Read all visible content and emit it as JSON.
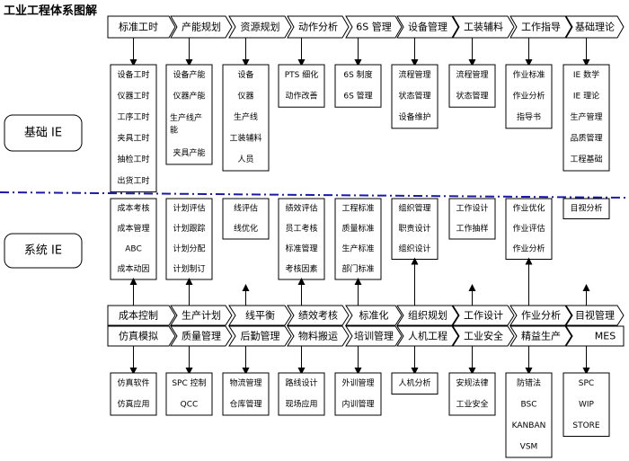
{
  "title": "工业工程体系图解",
  "basic_label": "基础 IE",
  "system_label": "系统 IE",
  "row1": [
    {
      "label": "标准工时",
      "items": [
        "设备工时",
        "仪器工时",
        "工序工时",
        "夹具工时",
        "抽检工时",
        "出货工时"
      ]
    },
    {
      "label": "产能规划",
      "items": [
        "设备产能",
        "仪器产能",
        "生产线产能",
        "夹具产能"
      ]
    },
    {
      "label": "资源规划",
      "items": [
        "设备",
        "仪器",
        "生产线",
        "工装辅料",
        "人员"
      ]
    },
    {
      "label": "动作分析",
      "items": [
        "PTS 细化",
        "动作改善"
      ]
    },
    {
      "label": "6S 管理",
      "items": [
        "6S 制度",
        "6S 管理"
      ]
    },
    {
      "label": "设备管理",
      "items": [
        "流程管理",
        "状态管理",
        "设备维护"
      ]
    },
    {
      "label": "工装辅料",
      "items": [
        "流程管理",
        "状态管理"
      ]
    },
    {
      "label": "工作指导",
      "items": [
        "作业标准",
        "作业分析",
        "指导书"
      ]
    },
    {
      "label": "基础理论",
      "items": [
        "IE 数学",
        "IE 理论",
        "生产管理",
        "品质管理",
        "工程基础"
      ]
    }
  ],
  "row2": [
    {
      "label": "成本控制",
      "items": [
        "成本考核",
        "成本管理",
        "ABC",
        "成本动因"
      ]
    },
    {
      "label": "生产计划",
      "items": [
        "计划评估",
        "计划跟踪",
        "计划分配",
        "计划制订"
      ]
    },
    {
      "label": "线平衡",
      "items": [
        "线评估",
        "线优化"
      ]
    },
    {
      "label": "绩效考核",
      "items": [
        "绩效评估",
        "员工考核",
        "标准管理",
        "考核因素"
      ]
    },
    {
      "label": "标准化",
      "items": [
        "工程标准",
        "质量标准",
        "生产标准",
        "部门标准"
      ]
    },
    {
      "label": "组织规划",
      "items": [
        "组织管理",
        "职责设计",
        "组织设计"
      ]
    },
    {
      "label": "工作设计",
      "items": [
        "工作设计",
        "工作抽样"
      ]
    },
    {
      "label": "作业分析",
      "items": [
        "作业优化",
        "作业评估",
        "作业分析"
      ]
    },
    {
      "label": "目视管理",
      "items": [
        "目视分析"
      ]
    }
  ],
  "row3": [
    {
      "label": "仿真模拟",
      "items": [
        "仿真软件",
        "仿真应用"
      ]
    },
    {
      "label": "质量管理",
      "items": [
        "SPC 控制",
        "QCC"
      ]
    },
    {
      "label": "后勤管理",
      "items": [
        "物流管理",
        "仓库管理"
      ]
    },
    {
      "label": "物料搬运",
      "items": [
        "路线设计",
        "现场应用"
      ]
    },
    {
      "label": "培训管理",
      "items": [
        "外训管理",
        "内训管理"
      ]
    },
    {
      "label": "人机工程",
      "items": [
        "人机分析"
      ]
    },
    {
      "label": "工业安全",
      "items": [
        "安规法律",
        "工业安全"
      ]
    },
    {
      "label": "精益生产",
      "items": [
        "防错法",
        "BSC",
        "KANBAN",
        "VSM"
      ]
    },
    {
      "label": "MES",
      "items": [
        "SPC",
        "WIP",
        "STORE"
      ]
    }
  ]
}
